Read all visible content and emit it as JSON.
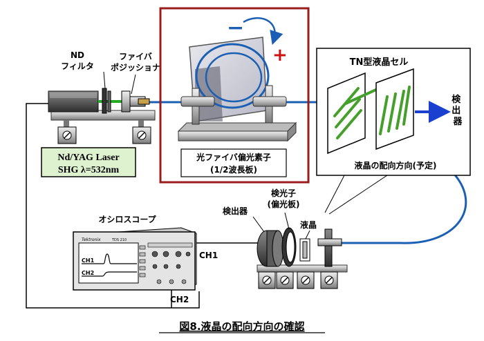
{
  "figure": {
    "caption": "図8.液晶の配向方向の確認"
  },
  "labels": {
    "nd_filter_line1": "ND",
    "nd_filter_line2": "フィルタ",
    "fiber_positioner_line1": "ファイバ",
    "fiber_positioner_line2": "ポジッショナ",
    "laser_line1": "Nd/YAG Laser",
    "laser_line2": "SHG λ=532nm",
    "fiber_polarizer_line1": "光ファイバ偏光素子",
    "fiber_polarizer_line2": "(1/2波長板)",
    "minus_sign": "−",
    "plus_sign": "+",
    "tn_cell_title": "TN型液晶セル",
    "detector_vertical": "検出器",
    "alignment_direction": "液晶の配向方向(予定)",
    "oscilloscope": "オシロスコープ",
    "detector": "検出器",
    "analyzer_line1": "検光子",
    "analyzer_line2": "(偏光板)",
    "liquid_crystal": "液晶",
    "ch1": "CH1",
    "ch2": "CH2",
    "scope_brand": "Tektronix",
    "scope_model": "TDS 210",
    "scope_ch1": "CH1",
    "scope_ch2": "CH2"
  },
  "colors": {
    "laser_beam": "#22aa22",
    "fiber": "#1a5fb4",
    "highlight_box": "#9b1c1c",
    "minus": "#1a5fb4",
    "plus": "#d01010",
    "arrow": "#1a40d0",
    "lc_lines": "#44a02a",
    "laser_label_bg": "#dff2d0"
  }
}
